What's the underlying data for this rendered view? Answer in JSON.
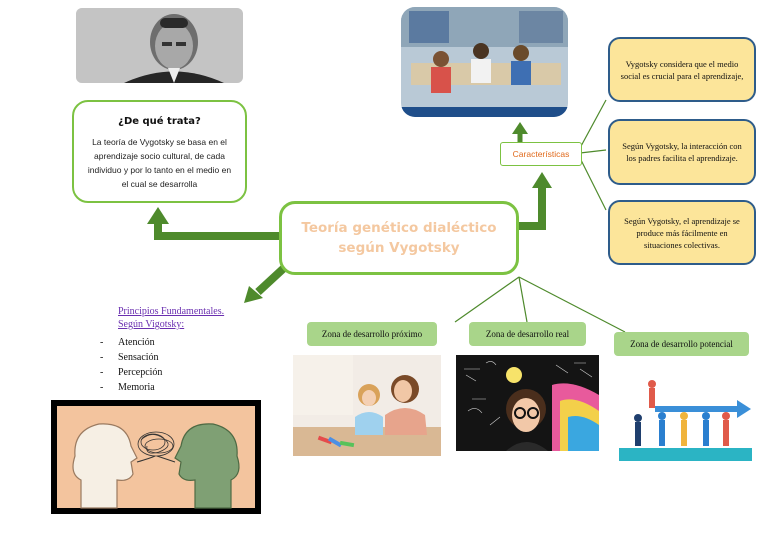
{
  "central_topic": {
    "line1": "Teoría genético dialéctico",
    "line2": "según Vygotsky"
  },
  "what_box": {
    "title": "¿De qué trata?",
    "text": "La teoría de Vygotsky se basa en el aprendizaje socio cultural, de cada individuo y por lo tanto en el medio en el cual se desarrolla"
  },
  "characteristics": {
    "label": "Características",
    "items": [
      "Vygotsky considera que el medio social es crucial para el aprendizaje,",
      "Según Vygotsky, la interacción con los padres facilita el aprendizaje.",
      "Según Vygotsky, el aprendizaje se produce más fácilmente en situaciones colectivas."
    ]
  },
  "principles": {
    "heading_line1": "Principios Fundamentales.",
    "heading_line2": "Según Vigotsky:",
    "items": [
      "Atención",
      "Sensación",
      "Percepción",
      "Memoria"
    ]
  },
  "zones": [
    "Zona de desarrollo próximo",
    "Zona de desarrollo real",
    "Zona de desarrollo potencial"
  ],
  "colors": {
    "accent_green": "#4e8a2c",
    "bubble_border": "#7cc242",
    "topic_text": "#f4c8a0",
    "characteristics_text": "#e06a1c",
    "yellow_fill": "#fce59a",
    "yellow_border": "#2e5c8a",
    "zone_fill": "#a9d58a",
    "principles_heading": "#6a2fb0"
  },
  "images": {
    "portrait": "portrait-photo",
    "classroom": "classroom-photo",
    "mother_child": "mother-child-photo",
    "thinking_girl": "thinking-girl-photo",
    "teamwork": "teamwork-illustration",
    "talking_heads": "talking-heads-illustration"
  }
}
